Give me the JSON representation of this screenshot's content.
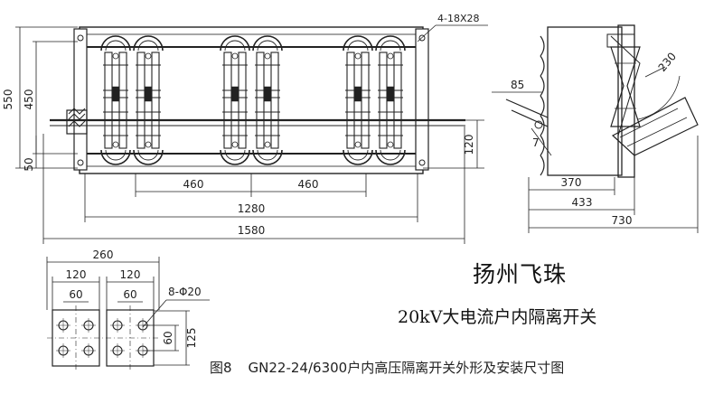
{
  "front_view": {
    "height_labels": [
      "550",
      "450",
      "50"
    ],
    "pitch_labels": [
      "460",
      "460"
    ],
    "width_labels": [
      "1280",
      "1580"
    ],
    "shaft_height_label": "120",
    "slot_note": "4-18X28"
  },
  "side_view": {
    "labels": [
      "85",
      "230",
      "7",
      "370",
      "433",
      "730"
    ]
  },
  "terminal_plate": {
    "labels": [
      "260",
      "120",
      "120",
      "60",
      "60",
      "60",
      "125"
    ],
    "hole_note": "8-Φ20"
  },
  "title": {
    "brand": "扬州飞珠",
    "product": "20kV大电流户内隔离开关"
  },
  "caption": {
    "figure": "图8",
    "text": "GN22-24/6300户内高压隔离开关外形及安装尺寸图"
  },
  "colors": {
    "line": "#222222",
    "background": "#ffffff"
  }
}
